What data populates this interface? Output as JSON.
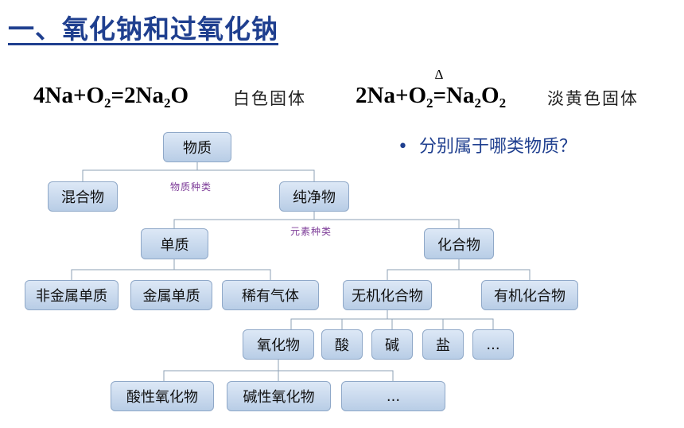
{
  "title": "一、氧化钠和过氧化钠",
  "equations": [
    {
      "lhs": "4Na+O",
      "s1": "2",
      "mid": "=2Na",
      "s2": "2",
      "rhs": "O",
      "desc": "白色固体"
    },
    {
      "lhs": "2Na+O",
      "s1": "2",
      "sign": "=",
      "cond": "Δ",
      "mid": "Na",
      "s2": "2",
      "rhs": "O",
      "s3": "2",
      "desc": "淡黄色固体"
    }
  ],
  "question": "分别属于哪类物质？",
  "tree": {
    "root": "物质",
    "mixture": "混合物",
    "pure": "纯净物",
    "label_substance_type": "物质种类",
    "label_element_type": "元素种类",
    "element": "单质",
    "compound": "化合物",
    "nonmetal": "非金属单质",
    "metal": "金属单质",
    "noble_gas": "稀有气体",
    "inorganic": "无机化合物",
    "organic": "有机化合物",
    "oxide": "氧化物",
    "acid": "酸",
    "base": "碱",
    "salt": "盐",
    "more1": "...",
    "acidic_oxide": "酸性氧化物",
    "basic_oxide": "碱性氧化物",
    "more2": "..."
  }
}
